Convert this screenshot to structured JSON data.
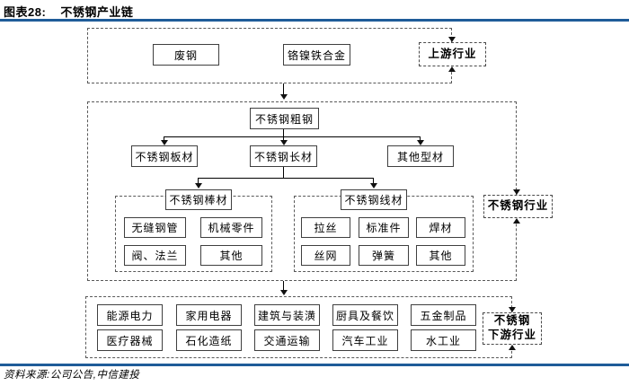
{
  "header": {
    "figure_label": "图表28:",
    "title": "不锈钢产业链"
  },
  "footer": {
    "source": "资料来源:公司公告,中信建投"
  },
  "colors": {
    "accent_blue": "#1F5C99",
    "box_border": "#3f3f3f"
  },
  "diagram": {
    "upstream": {
      "side_label": "上游行业",
      "scrap": "废钢",
      "alloy": "铬镍铁合金"
    },
    "industry": {
      "side_label": "不锈钢行业",
      "crude": "不锈钢粗钢",
      "plate": "不锈钢板材",
      "long": "不锈钢长材",
      "other_profile": "其他型材",
      "bar": {
        "header": "不锈钢棒材",
        "items": [
          "无缝钢管",
          "机械零件",
          "阀、法兰",
          "其他"
        ]
      },
      "wire": {
        "header": "不锈钢线材",
        "items": [
          "拉丝",
          "标准件",
          "焊材",
          "丝网",
          "弹簧",
          "其他"
        ]
      }
    },
    "downstream": {
      "side_label_line1": "不锈钢",
      "side_label_line2": "下游行业",
      "row1": [
        "能源电力",
        "家用电器",
        "建筑与装潢",
        "厨具及餐饮",
        "五金制品"
      ],
      "row2": [
        "医疗器械",
        "石化造纸",
        "交通运输",
        "汽车工业",
        "水工业"
      ]
    }
  }
}
